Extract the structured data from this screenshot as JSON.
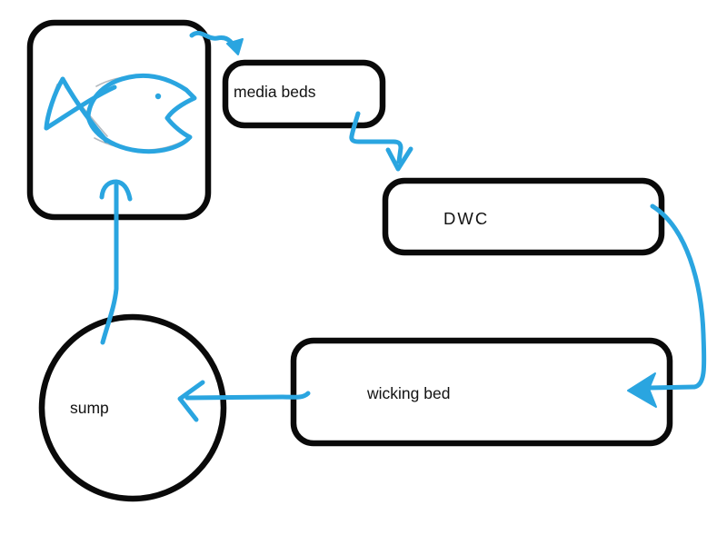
{
  "diagram": {
    "kind": "hand-drawn flow sketch",
    "colors": {
      "background": "#ffffff",
      "outline_ink": "#0a0a0a",
      "marker_blue": "#2aa5e0",
      "label_text": "#121212"
    },
    "nodes": {
      "fish_tank": {
        "label": "",
        "shape": "rounded-rectangle",
        "icon": "fish-icon"
      },
      "media_beds": {
        "label": "media beds",
        "shape": "rounded-rectangle"
      },
      "dwc": {
        "label": "DWC",
        "shape": "rounded-rectangle"
      },
      "wicking_bed": {
        "label": "wicking bed",
        "shape": "rounded-rectangle"
      },
      "sump": {
        "label": "sump",
        "shape": "circle"
      }
    },
    "edges": [
      {
        "from": "fish_tank",
        "to": "media_beds",
        "style": "blue marker arrow"
      },
      {
        "from": "media_beds",
        "to": "dwc",
        "style": "blue marker arrow"
      },
      {
        "from": "dwc",
        "to": "wicking_bed",
        "style": "blue marker arrow"
      },
      {
        "from": "wicking_bed",
        "to": "sump",
        "style": "blue marker arrow"
      },
      {
        "from": "sump",
        "to": "fish_tank",
        "style": "blue marker arrow"
      }
    ]
  }
}
